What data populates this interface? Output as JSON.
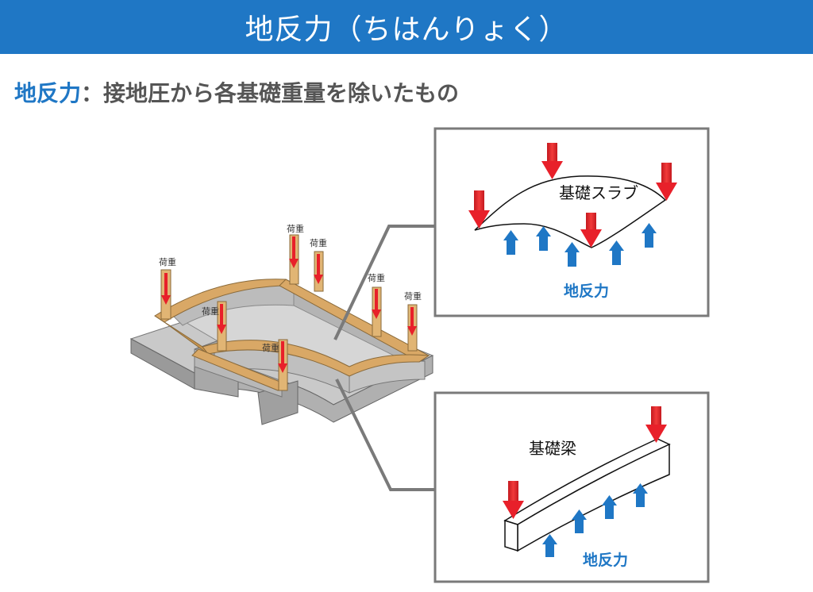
{
  "title": "地反力（ちはんりょく）",
  "definition": {
    "term": "地反力",
    "separator": "：",
    "text": "接地圧から各基礎重量を除いたもの"
  },
  "foundation": {
    "load_labels": [
      "荷重",
      "荷重",
      "荷重",
      "荷重",
      "荷重",
      "荷重",
      "荷重"
    ]
  },
  "slab_panel": {
    "label": "基礎スラブ",
    "force_label": "地反力"
  },
  "beam_panel": {
    "label": "基礎梁",
    "force_label": "地反力"
  },
  "colors": {
    "header": "#1f77c5",
    "load_arrow": "#e8202a",
    "reaction_arrow": "#1f77c5",
    "wood": "#d9a866",
    "concrete": "#d0d0d0"
  }
}
